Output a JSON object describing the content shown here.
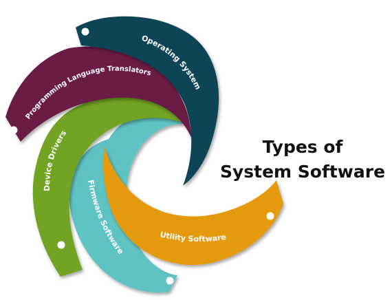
{
  "diagram": {
    "title_line_1": "Types of",
    "title_line_2": "System Software",
    "segments": [
      {
        "label": "Operating System",
        "color": "#0f4457"
      },
      {
        "label": "Programming Language Translators",
        "color": "#6b1f45"
      },
      {
        "label": "Device Drivers",
        "color": "#72a320"
      },
      {
        "label": "Firmware Software",
        "color": "#5fc3c3"
      },
      {
        "label": "Utility Software",
        "color": "#e59a0d"
      }
    ],
    "end_marker_color": "#ffffff"
  }
}
